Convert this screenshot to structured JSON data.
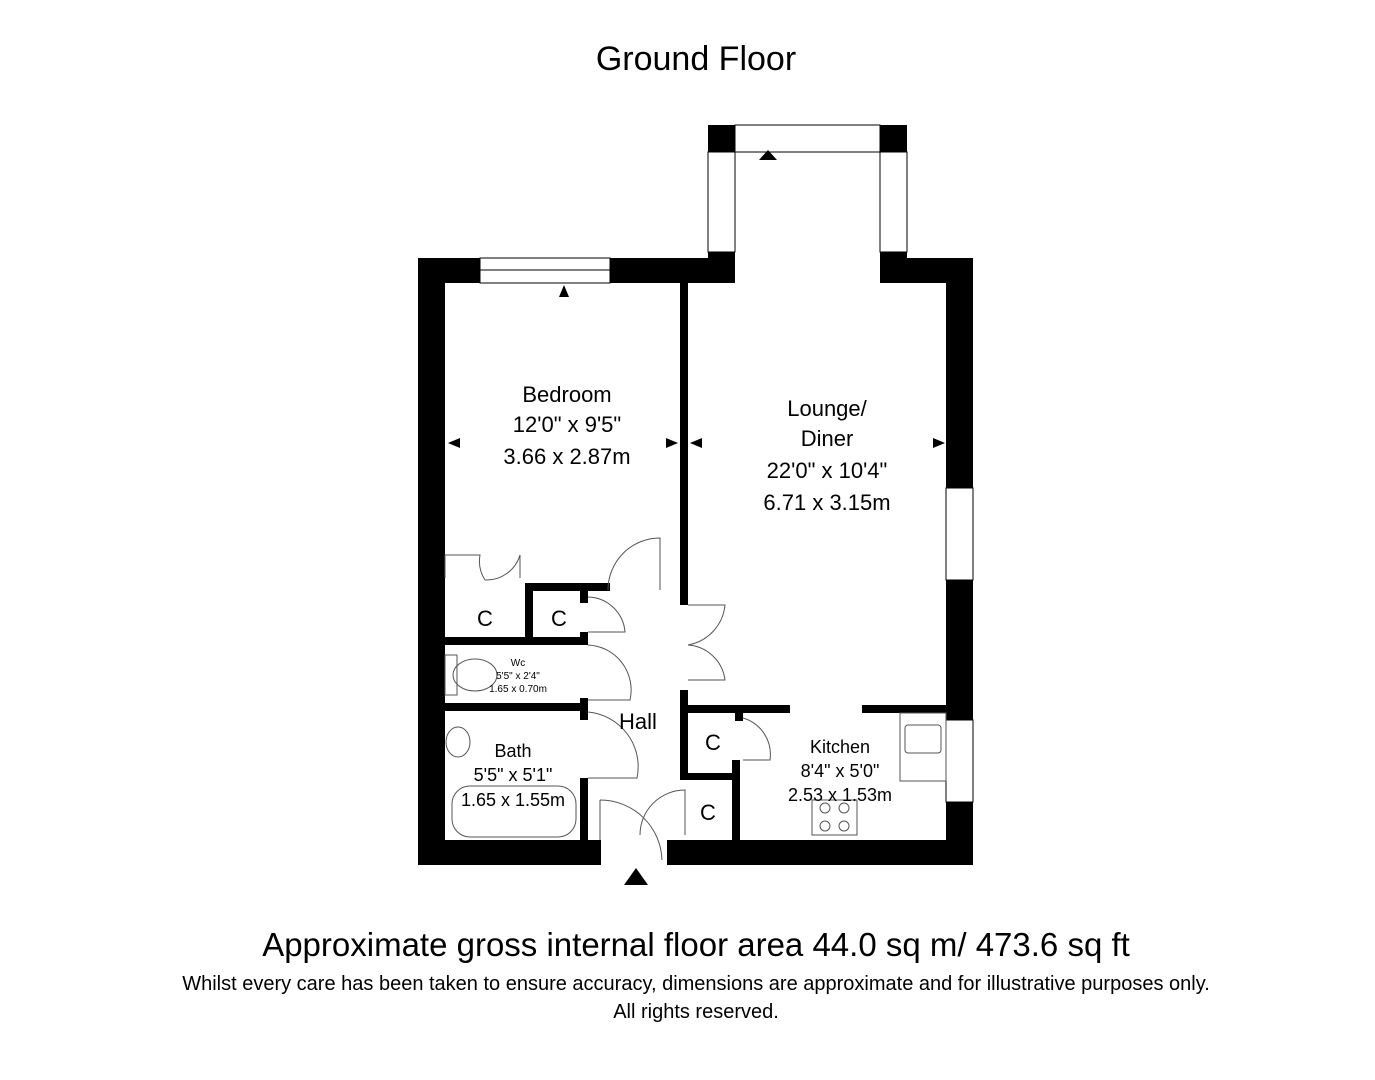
{
  "title": "Ground Floor",
  "rooms": {
    "bedroom": {
      "name": "Bedroom",
      "imperial": "12'0\" x 9'5\"",
      "metric": "3.66 x 2.87m"
    },
    "lounge": {
      "name_line1": "Lounge/",
      "name_line2": "Diner",
      "imperial": "22'0\" x 10'4\"",
      "metric": "6.71 x 3.15m"
    },
    "wc": {
      "name": "Wc",
      "imperial": "5'5\" x 2'4\"",
      "metric": "1.65 x 0.70m"
    },
    "bath": {
      "name": "Bath",
      "imperial": "5'5\" x 5'1\"",
      "metric": "1.65 x 1.55m"
    },
    "hall": {
      "name": "Hall"
    },
    "kitchen": {
      "name": "Kitchen",
      "imperial": "8'4\" x 5'0\"",
      "metric": "2.53 x 1.53m"
    },
    "cupboard_label": "C"
  },
  "footer": {
    "area": "Approximate gross internal floor area 44.0 sq m/ 473.6 sq ft",
    "disclaimer": "Whilst every care has been taken to ensure accuracy, dimensions are approximate and for illustrative purposes only.",
    "rights": "All rights reserved."
  }
}
